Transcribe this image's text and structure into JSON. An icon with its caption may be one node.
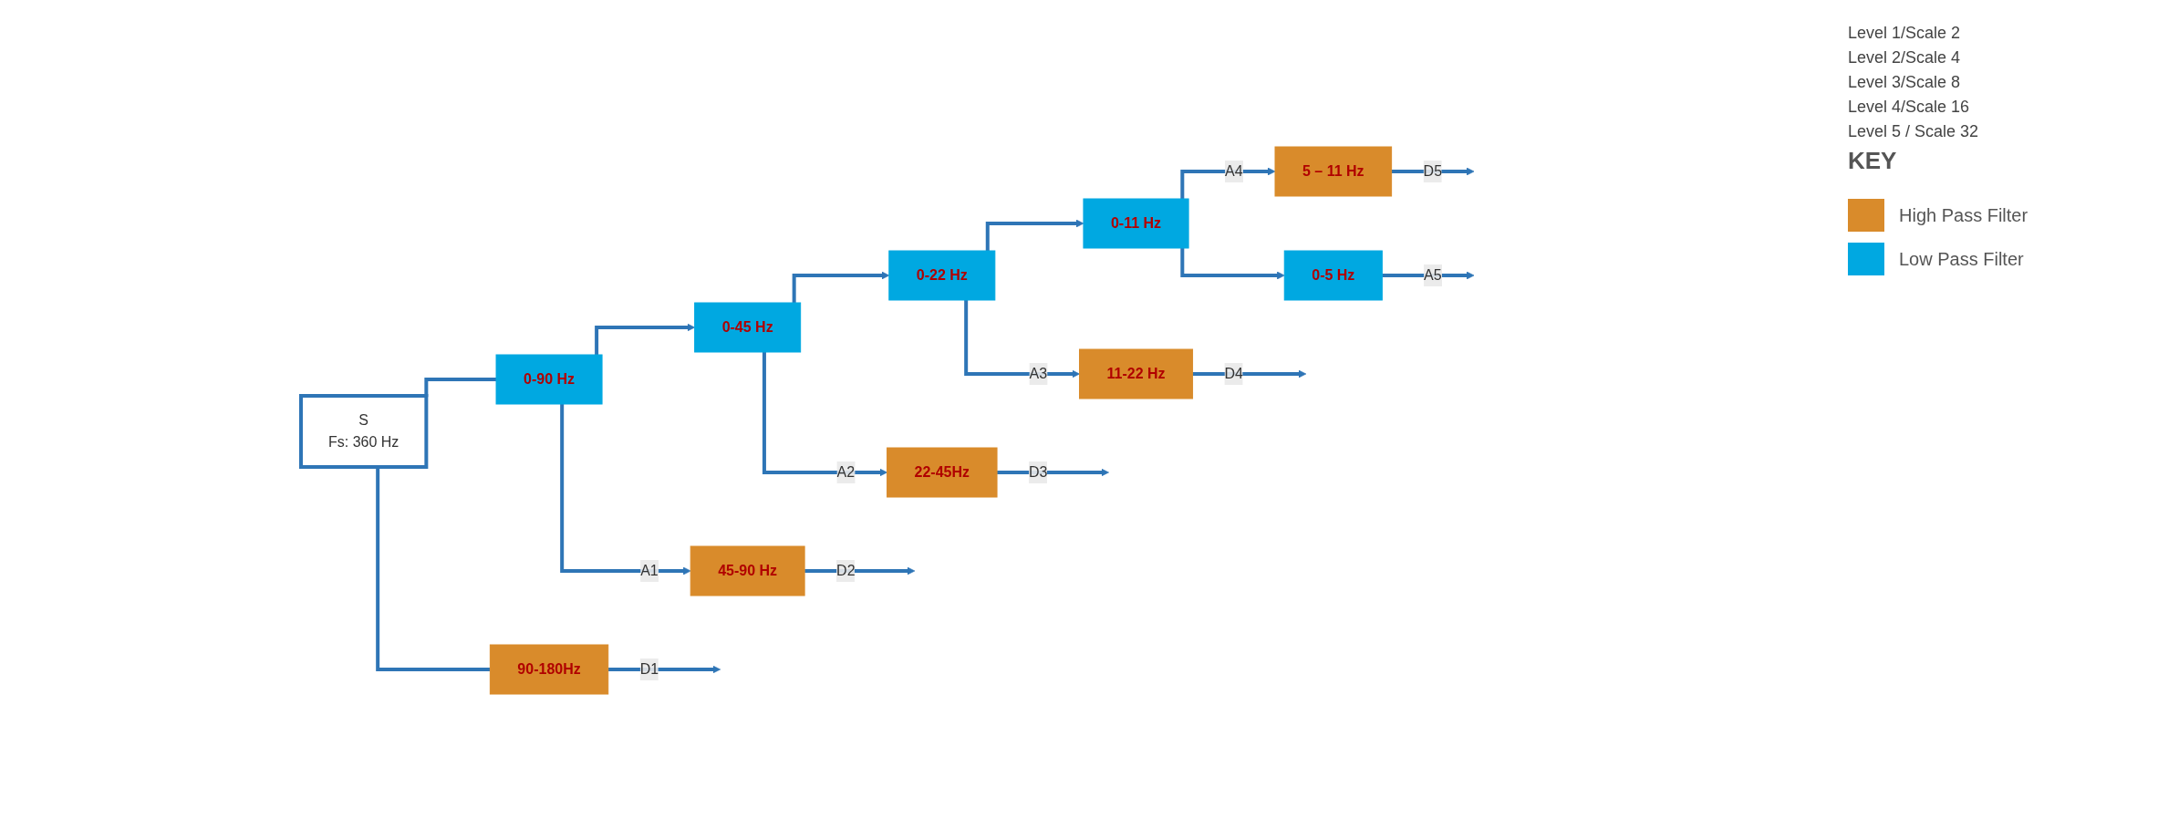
{
  "diagram": {
    "nodes": [
      {
        "text": [
          "S",
          "Fs: 360 Hz"
        ]
      },
      {
        "text": [
          "90-180Hz"
        ]
      },
      {
        "text": [
          "0-90 Hz"
        ]
      },
      {
        "text": [
          "45-90 Hz"
        ]
      },
      {
        "text": [
          "0-45 Hz"
        ]
      },
      {
        "text": [
          "22-45Hz"
        ]
      },
      {
        "text": [
          "0-22 Hz"
        ]
      },
      {
        "text": [
          "11-22 Hz"
        ]
      },
      {
        "text": [
          "0-11 Hz"
        ]
      },
      {
        "text": [
          "5 – 11 Hz"
        ]
      },
      {
        "text": [
          "0-5 Hz"
        ]
      }
    ],
    "edges": [
      {
        "from": 0,
        "to": 1,
        "arrow": "none"
      },
      {
        "from": 0,
        "to": 2,
        "arrow": "none"
      },
      {
        "from": 1,
        "to": null,
        "arrow": "to",
        "label": "D1"
      },
      {
        "from": 2,
        "to": 3,
        "arrow": "to",
        "label": "A1"
      },
      {
        "from": 2,
        "to": 4,
        "arrow": "to"
      },
      {
        "from": 3,
        "to": null,
        "arrow": "to",
        "label": "D2"
      },
      {
        "from": 4,
        "to": 5,
        "arrow": "to",
        "label": "A2"
      },
      {
        "from": 4,
        "to": 6,
        "arrow": "to"
      },
      {
        "from": 5,
        "to": null,
        "arrow": "to",
        "label": "D3"
      },
      {
        "from": 6,
        "to": 7,
        "arrow": "to",
        "label": "A3"
      },
      {
        "from": 6,
        "to": 8,
        "arrow": "to"
      },
      {
        "from": 7,
        "to": null,
        "arrow": "to",
        "label": "D4"
      },
      {
        "from": 8,
        "to": 9,
        "arrow": "to",
        "label": "A4"
      },
      {
        "from": 8,
        "to": 10,
        "arrow": "to"
      },
      {
        "from": 9,
        "to": null,
        "arrow": "to",
        "label": "D5"
      },
      {
        "from": 10,
        "to": null,
        "arrow": "to",
        "label": "A5"
      }
    ],
    "labels": [
      "Level 1/Scale 2",
      "Level 2/Scale 4",
      "Level 3/Scale 8",
      "Level 4/Scale 16",
      "Level 5 / Scale 32",
      "KEY"
    ],
    "legend": [
      {
        "text": "High Pass Filter",
        "color": "#d98b2b"
      },
      {
        "text": "Low Pass Filter",
        "color": "#00a8e1"
      }
    ]
  }
}
